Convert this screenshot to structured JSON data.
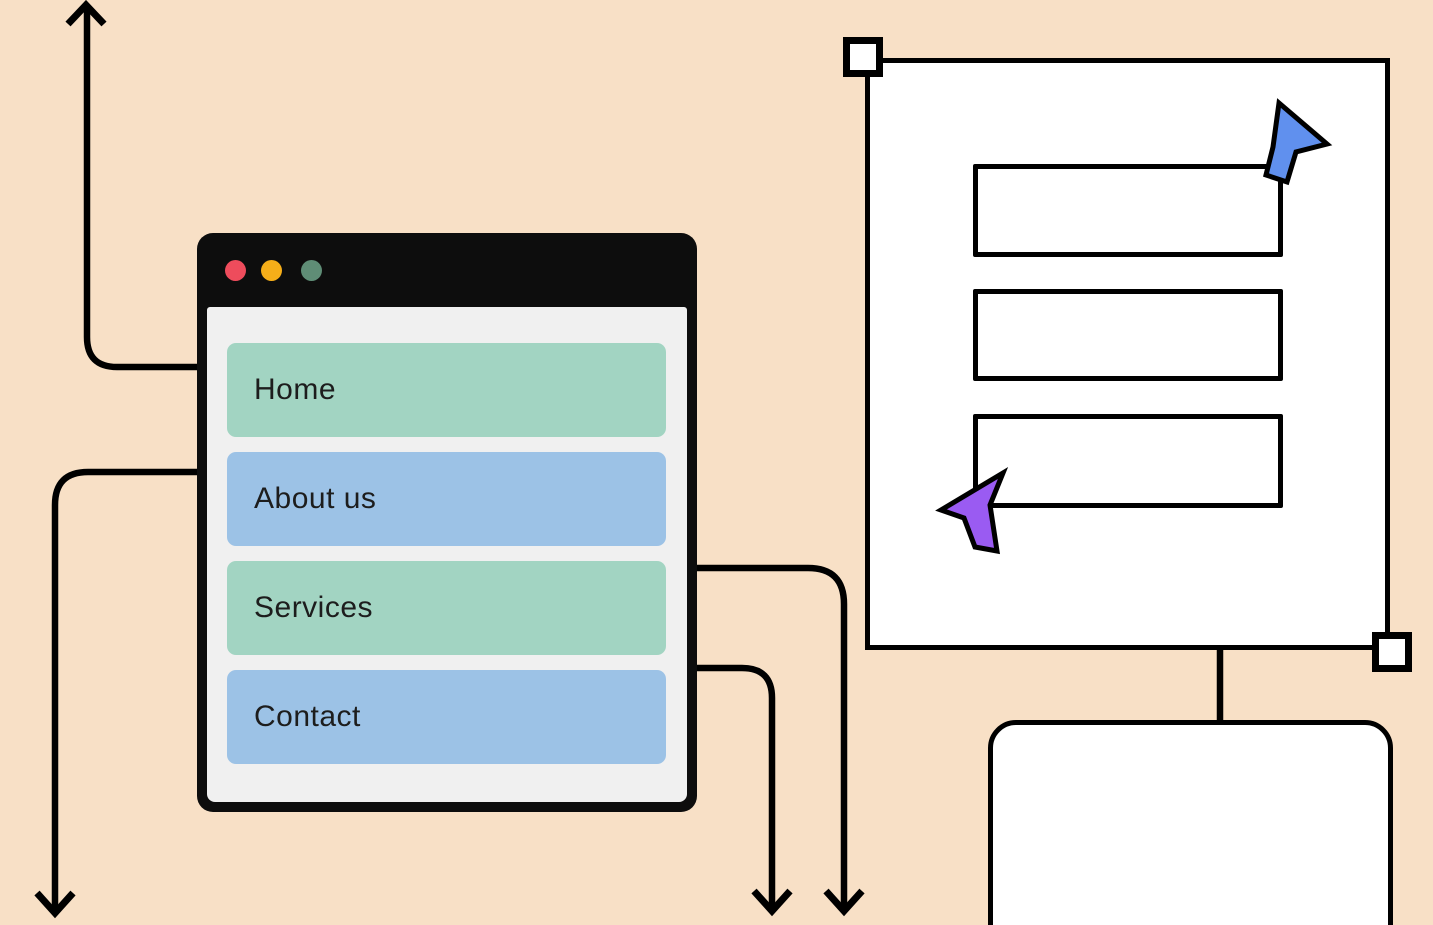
{
  "illustration": {
    "description": "Website wireframe flow illustration",
    "browser_window": {
      "traffic_lights": [
        {
          "name": "red-dot",
          "color": "#ee4c5c"
        },
        {
          "name": "yellow-dot",
          "color": "#f6ae19"
        },
        {
          "name": "green-dot",
          "color": "#5f8d76"
        }
      ],
      "menu": [
        {
          "label": "Home",
          "color": "teal"
        },
        {
          "label": "About us",
          "color": "blue"
        },
        {
          "label": "Services",
          "color": "teal"
        },
        {
          "label": "Contact",
          "color": "blue"
        }
      ]
    },
    "wireframe_panel": {
      "placeholder_rows": 3,
      "handles": [
        "top-left",
        "bottom-right"
      ],
      "cursors": [
        {
          "name": "cursor-arrow-right-icon",
          "color": "#6090ee",
          "direction": "right"
        },
        {
          "name": "cursor-arrow-left-icon",
          "color": "#9a5bf2",
          "direction": "left"
        }
      ]
    },
    "flow_arrows": [
      "arrow-up-from-home",
      "arrow-down-from-about-us",
      "arrow-down-from-services",
      "arrow-down-from-contact",
      "connector-panel-to-card"
    ]
  },
  "colors": {
    "background": "#f8e0c6",
    "outline": "#000000",
    "window_chrome": "#0d0d0d",
    "window_body": "#f0f0f0",
    "menu_teal": "#a2d4c2",
    "menu_blue": "#9cc2e6",
    "menu_text": "#1d1d1d",
    "dot_red": "#ee4c5c",
    "dot_yellow": "#f6ae19",
    "dot_green": "#5f8d76",
    "cursor_blue": "#6090ee",
    "cursor_purple": "#9a5bf2",
    "panel_fill": "#ffffff"
  }
}
